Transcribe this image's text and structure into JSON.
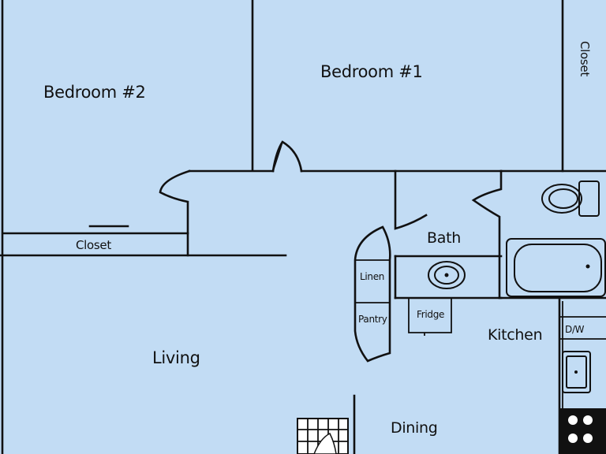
{
  "rooms": {
    "bedroom_2": "Bedroom #2",
    "bedroom_1": "Bedroom #1",
    "closet_bed2": "Closet",
    "closet_bed1": "Closet",
    "bath": "Bath",
    "linen": "Linen",
    "pantry": "Pantry",
    "fridge": "Fridge",
    "kitchen": "Kitchen",
    "dishwasher": "D/W",
    "living": "Living",
    "dining": "Dining"
  },
  "colors": {
    "background": "#c2dcf4",
    "walls": "#111111"
  },
  "fixtures": [
    "toilet-icon",
    "bathtub-icon",
    "sink-icon",
    "kitchen-sink-icon",
    "stove-icon",
    "window-grid-icon"
  ]
}
